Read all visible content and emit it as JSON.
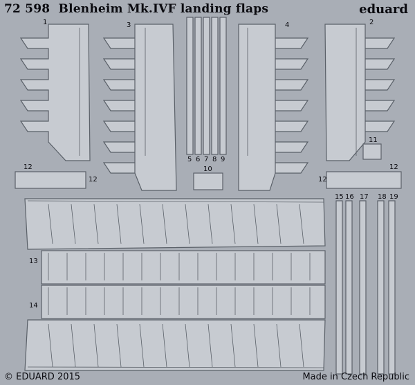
{
  "title": {
    "code": "72 598",
    "name": "Blenheim Mk.IVF landing flaps"
  },
  "brand": "eduard",
  "footer": {
    "copyright": "© EDUARD 2015",
    "origin": "Made in Czech Republic"
  },
  "part_numbers": [
    "1",
    "2",
    "3",
    "4",
    "5",
    "6",
    "7",
    "8",
    "9",
    "10",
    "11",
    "12",
    "12",
    "12",
    "12",
    "13",
    "14",
    "15",
    "16",
    "17",
    "18",
    "19"
  ],
  "colors": {
    "fret": "#a9aeb6",
    "part": "#c7cbd1",
    "edge": "#5a6068",
    "ink": "#0b0b10"
  }
}
